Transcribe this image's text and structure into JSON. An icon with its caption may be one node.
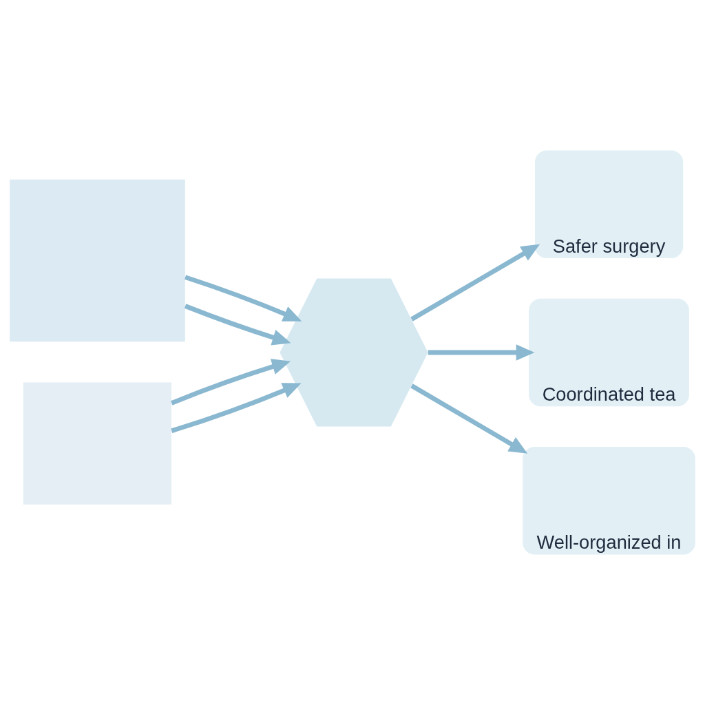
{
  "diagram": {
    "nodes": [
      {
        "text": [],
        "shape": "box"
      },
      {
        "text": [],
        "shape": "box"
      },
      {
        "text": [],
        "shape": "hexagon"
      },
      {
        "text": [
          "Safer surgery"
        ]
      },
      {
        "text": [
          "Coordinated tea"
        ]
      },
      {
        "text": [
          "Well-organized in"
        ]
      }
    ],
    "edges": [
      {
        "from": 0,
        "to": 2,
        "arrow": "to"
      },
      {
        "from": 0,
        "to": 2,
        "arrow": "to"
      },
      {
        "from": 1,
        "to": 2,
        "arrow": "to"
      },
      {
        "from": 1,
        "to": 2,
        "arrow": "to"
      },
      {
        "from": 2,
        "to": 3,
        "arrow": "to"
      },
      {
        "from": 2,
        "to": 4,
        "arrow": "to"
      },
      {
        "from": 2,
        "to": 5,
        "arrow": "to"
      }
    ]
  }
}
